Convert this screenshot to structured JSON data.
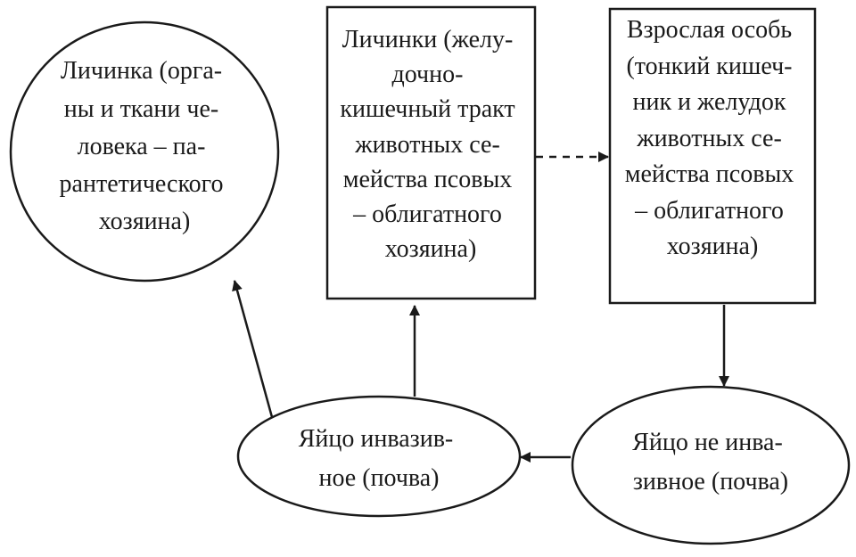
{
  "nodes": {
    "larva_human": {
      "lines": [
        "Личинка (орга-",
        "ны и ткани че-",
        "ловека – па-",
        "рантетического",
        "хозяина)"
      ]
    },
    "larva_gut": {
      "lines": [
        "Личинки (желу-",
        "дочно-",
        "кишечный тракт",
        "животных се-",
        "мейства псовых",
        "– облигатного",
        "хозяина)"
      ]
    },
    "adult": {
      "lines": [
        "Взрослая особь",
        "(тонкий кишеч-",
        "ник и желудок",
        "животных се-",
        "мейства псовых",
        "– облигатного",
        "хозяина)"
      ]
    },
    "egg_invasive": {
      "lines": [
        "Яйцо инвазив-",
        "ное (почва)"
      ]
    },
    "egg_noninvasive": {
      "lines": [
        "Яйцо не инва-",
        "зивное (почва)"
      ]
    }
  },
  "edges": [
    {
      "from": "larva_gut",
      "to": "adult",
      "style": "dashed"
    },
    {
      "from": "adult",
      "to": "egg_noninvasive",
      "style": "solid"
    },
    {
      "from": "egg_noninvasive",
      "to": "egg_invasive",
      "style": "solid"
    },
    {
      "from": "egg_invasive",
      "to": "larva_gut",
      "style": "solid"
    },
    {
      "from": "egg_invasive",
      "to": "larva_human",
      "style": "solid"
    }
  ]
}
